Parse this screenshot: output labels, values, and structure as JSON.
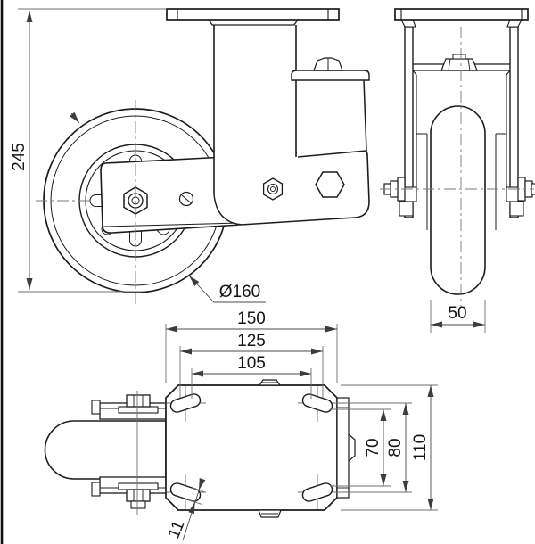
{
  "drawing": {
    "type": "caster-wheel-technical-drawing",
    "colors": {
      "line": "#1c1c1c",
      "thin_line": "#6f6f6f",
      "background": "#ffffff"
    },
    "dimensions": {
      "overall_height": "245",
      "wheel_diameter": "Ø160",
      "wheel_width": "50",
      "plate_length": "150",
      "bolt_span_outer": "125",
      "bolt_span_inner": "105",
      "slot_span_inner": "70",
      "slot_span_outer": "80",
      "plate_width": "110",
      "slot_width": "11"
    }
  }
}
